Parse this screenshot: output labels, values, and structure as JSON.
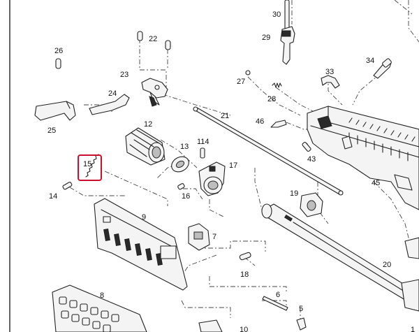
{
  "callouts": {
    "p1": "1",
    "p5": "5",
    "p6": "6",
    "p7": "7",
    "p8": "8",
    "p9": "9",
    "p10": "10",
    "p12": "12",
    "p13": "13",
    "p14": "14",
    "p15": "15",
    "p16": "16",
    "p17": "17",
    "p18": "18",
    "p19": "19",
    "p20": "20",
    "p21": "21",
    "p22": "22",
    "p23": "23",
    "p24": "24",
    "p25": "25",
    "p26": "26",
    "p27": "27",
    "p28": "28",
    "p29": "29",
    "p30": "30",
    "p33": "33",
    "p34": "34",
    "p43": "43",
    "p45": "45",
    "p46": "46",
    "p114": "114"
  },
  "highlight": {
    "part": "15",
    "color": "#c8102e"
  },
  "colors": {
    "line": "#222222",
    "fill": "#f4f4f4",
    "background": "#ffffff"
  }
}
